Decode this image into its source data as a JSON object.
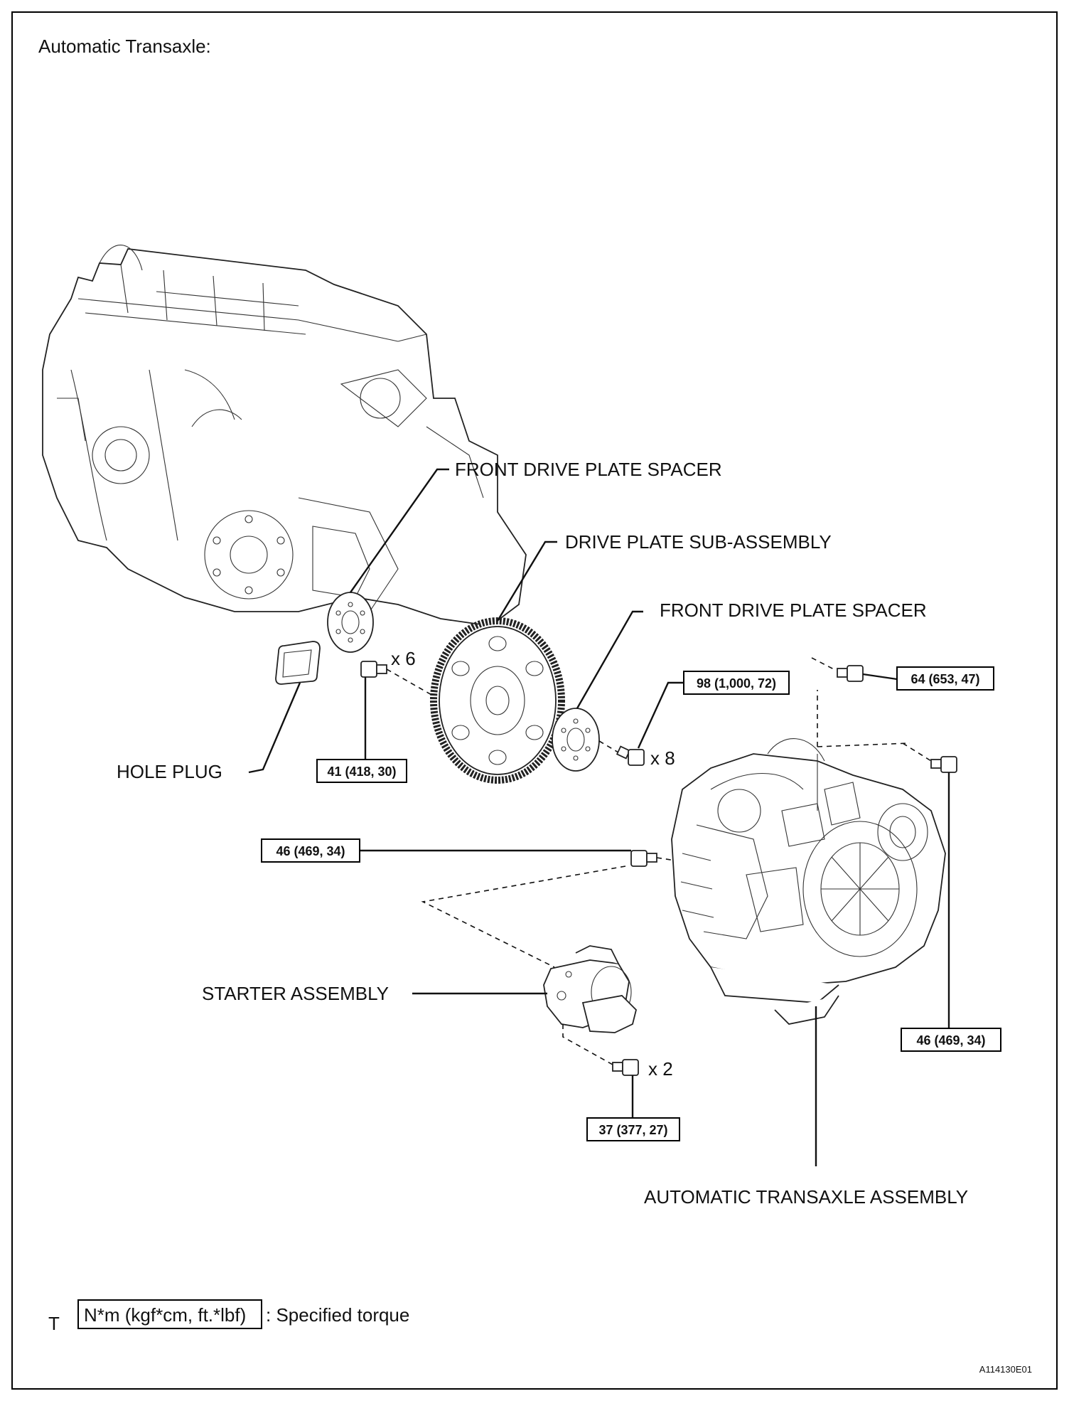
{
  "header": {
    "title": "Automatic Transaxle:"
  },
  "labels": {
    "front_drive_plate_spacer_1": "FRONT DRIVE PLATE SPACER",
    "drive_plate_sub_assembly": "DRIVE PLATE SUB-ASSEMBLY",
    "front_drive_plate_spacer_2": "FRONT DRIVE PLATE SPACER",
    "hole_plug": "HOLE PLUG",
    "starter_assembly": "STARTER ASSEMBLY",
    "automatic_transaxle_assembly": "AUTOMATIC TRANSAXLE ASSEMBLY"
  },
  "quantities": {
    "x6": "x 6",
    "x8": "x 8",
    "x2": "x 2"
  },
  "torques": {
    "t41": "41 (418, 30)",
    "t98": "98 (1,000, 72)",
    "t64": "64 (653, 47)",
    "t46a": "46 (469, 34)",
    "t46b": "46 (469, 34)",
    "t37": "37 (377, 27)"
  },
  "legend": {
    "marker": "T",
    "unit": "N*m (kgf*cm, ft.*lbf)",
    "text": ": Specified torque"
  },
  "figure_id": "A114130E01"
}
